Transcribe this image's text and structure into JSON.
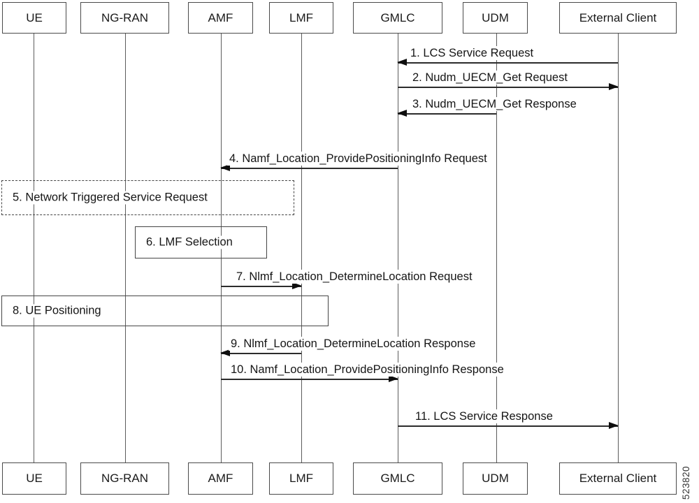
{
  "diagram": {
    "type": "sequence-diagram",
    "actors": [
      "UE",
      "NG-RAN",
      "AMF",
      "LMF",
      "GMLC",
      "UDM",
      "External Client"
    ],
    "messages": {
      "1": "1. LCS Service Request",
      "2": "2. Nudm_UECM_Get Request",
      "3": "3. Nudm_UECM_Get Response",
      "4": "4. Namf_Location_ProvidePositioningInfo Request",
      "7": "7. Nlmf_Location_DetermineLocation Request",
      "9": "9. Nlmf_Location_DetermineLocation Response",
      "10": "10. Namf_Location_ProvidePositioningInfo Response",
      "11": "11. LCS Service Response"
    },
    "steps": {
      "5": "5. Network Triggered Service Request",
      "6": "6. LMF Selection",
      "8": "8. UE Positioning"
    },
    "figure_number": "523820",
    "colors": {
      "line": "#2c2c2c",
      "lifeline": "#5c5c5c",
      "box_border": "#4a4a4a",
      "text": "#161616",
      "background": "#ffffff"
    }
  }
}
